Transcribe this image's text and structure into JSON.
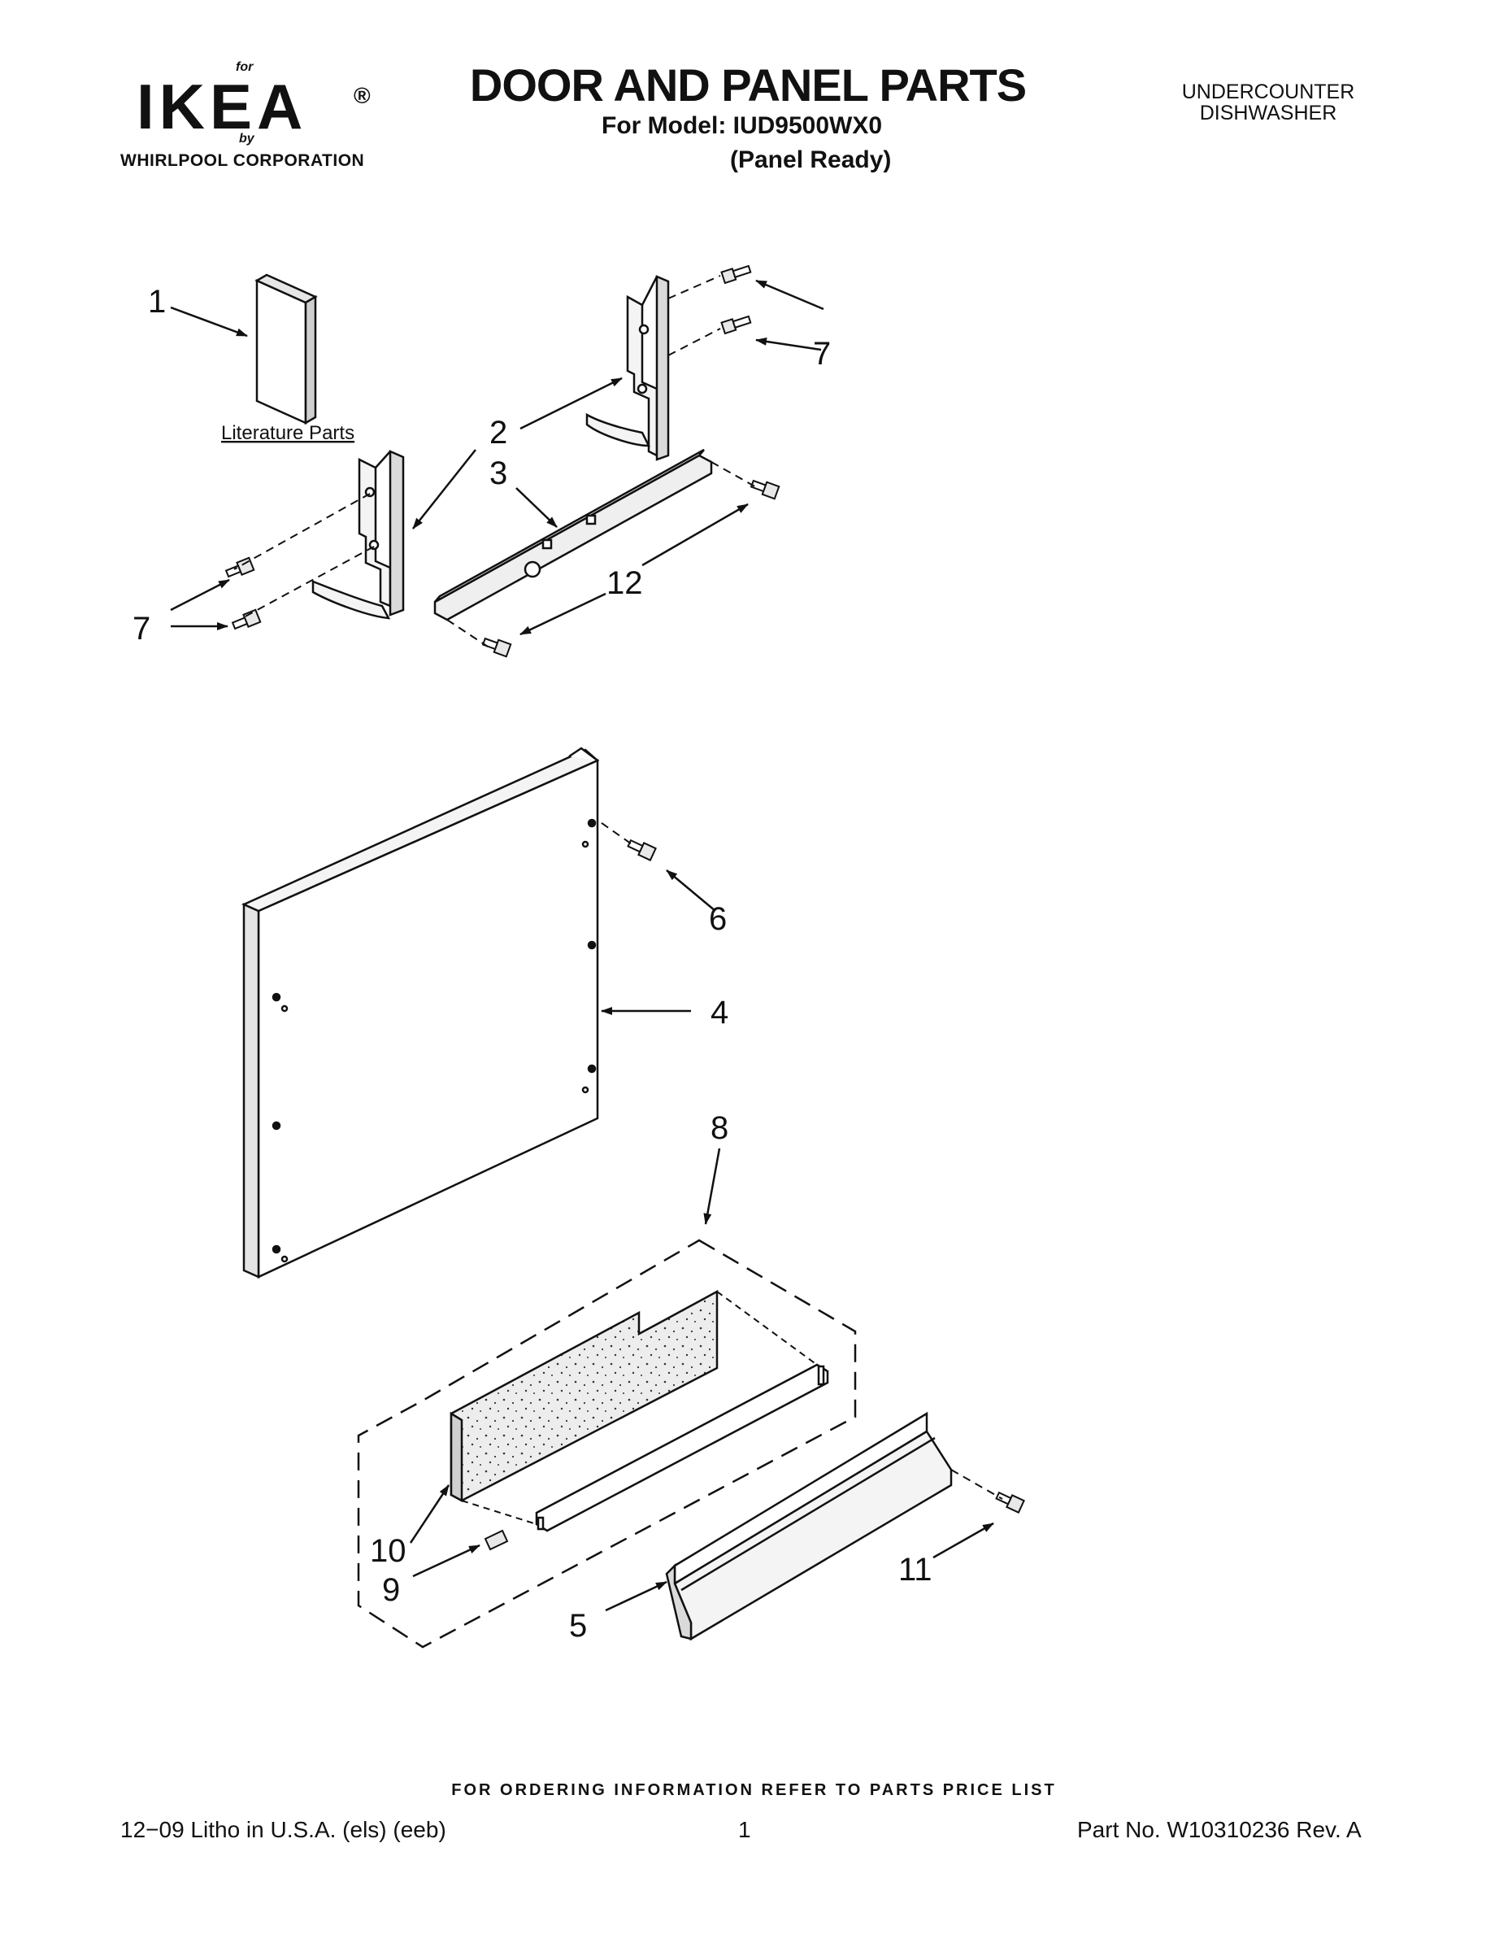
{
  "header": {
    "logo_for": "for",
    "logo_brand": "IKEA",
    "logo_reg": "®",
    "logo_by": "by",
    "logo_corp": "WHIRLPOOL CORPORATION",
    "title": "DOOR AND PANEL PARTS",
    "model": "For Model: IUD9500WX0",
    "variant": "(Panel Ready)",
    "category_line1": "UNDERCOUNTER",
    "category_line2": "DISHWASHER"
  },
  "diagram": {
    "literature_label": "Literature Parts",
    "callouts": {
      "c1": "1",
      "c2": "2",
      "c3": "3",
      "c4": "4",
      "c5": "5",
      "c6": "6",
      "c7a": "7",
      "c7b": "7",
      "c8": "8",
      "c9": "9",
      "c10": "10",
      "c11": "11",
      "c12": "12"
    }
  },
  "footer": {
    "ordering_note": "FOR ORDERING INFORMATION REFER TO PARTS PRICE LIST",
    "litho": "12−09 Litho in U.S.A. (els) (eeb)",
    "page": "1",
    "part_no": "Part No. W10310236 Rev. A"
  }
}
